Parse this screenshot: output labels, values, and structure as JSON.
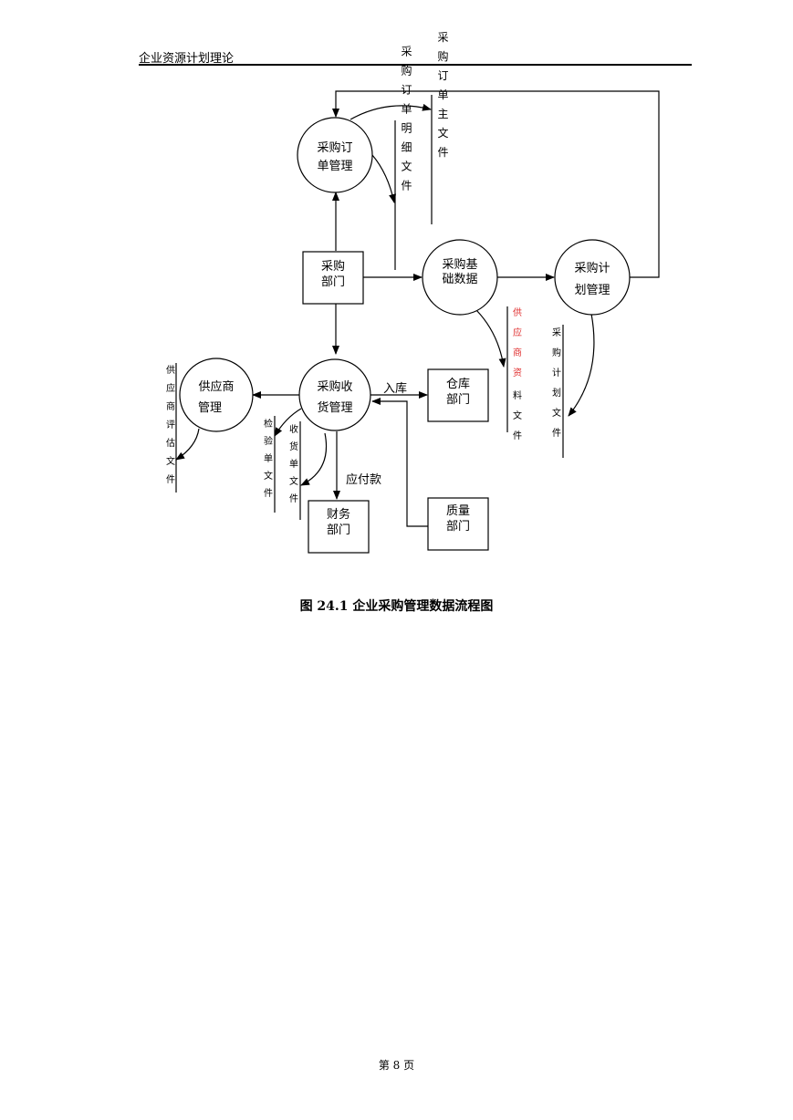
{
  "header": {
    "title": "企业资源计划理论"
  },
  "diagram": {
    "nodes": {
      "order_mgmt": [
        "采购订",
        "单管理"
      ],
      "base_data": [
        "采购基",
        "础数据"
      ],
      "plan_mgmt": [
        "采购计",
        "划管理"
      ],
      "receive_mgmt": [
        "采购收",
        "货管理"
      ],
      "supplier_mgmt": [
        "供应商",
        "管理"
      ],
      "purchase_dept": [
        "采购",
        "部门"
      ],
      "warehouse_dept": [
        "仓库",
        "部门"
      ],
      "finance_dept": [
        "财务",
        "部门"
      ],
      "quality_dept": [
        "质量",
        "部门"
      ]
    },
    "files": {
      "order_master": "采购订单主文件",
      "order_detail": "采购订单明细文件",
      "supplier_data_red": "供应商资",
      "supplier_data_black": "料文件",
      "plan_file": "采购计划文件",
      "supplier_eval": "供应商评估文件",
      "inspection": "检验单文件",
      "receipt": "收货单文件"
    },
    "flow_labels": {
      "inbound": "入库",
      "payable": "应付款"
    },
    "colors": {
      "line": "#000000",
      "highlight": "#e03030"
    }
  },
  "caption": "图 24.1  企业采购管理数据流程图",
  "footer": {
    "page_label": "第   8   页"
  }
}
